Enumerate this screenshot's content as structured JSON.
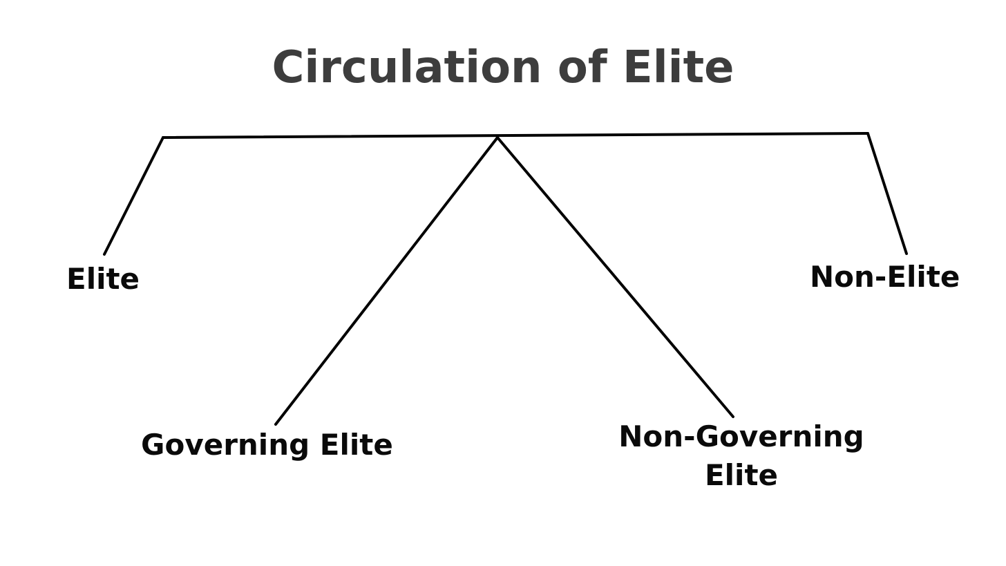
{
  "diagram": {
    "title": "Circulation of Elite",
    "nodes": {
      "elite": "Elite",
      "non_elite": "Non-Elite",
      "governing_elite": "Governing Elite",
      "non_governing_elite_line1": "Non-Governing",
      "non_governing_elite_line2": "Elite"
    },
    "colors": {
      "title": "#3d3d3d",
      "text": "#0a0a0a",
      "line": "#000000",
      "background": "#ffffff"
    }
  }
}
